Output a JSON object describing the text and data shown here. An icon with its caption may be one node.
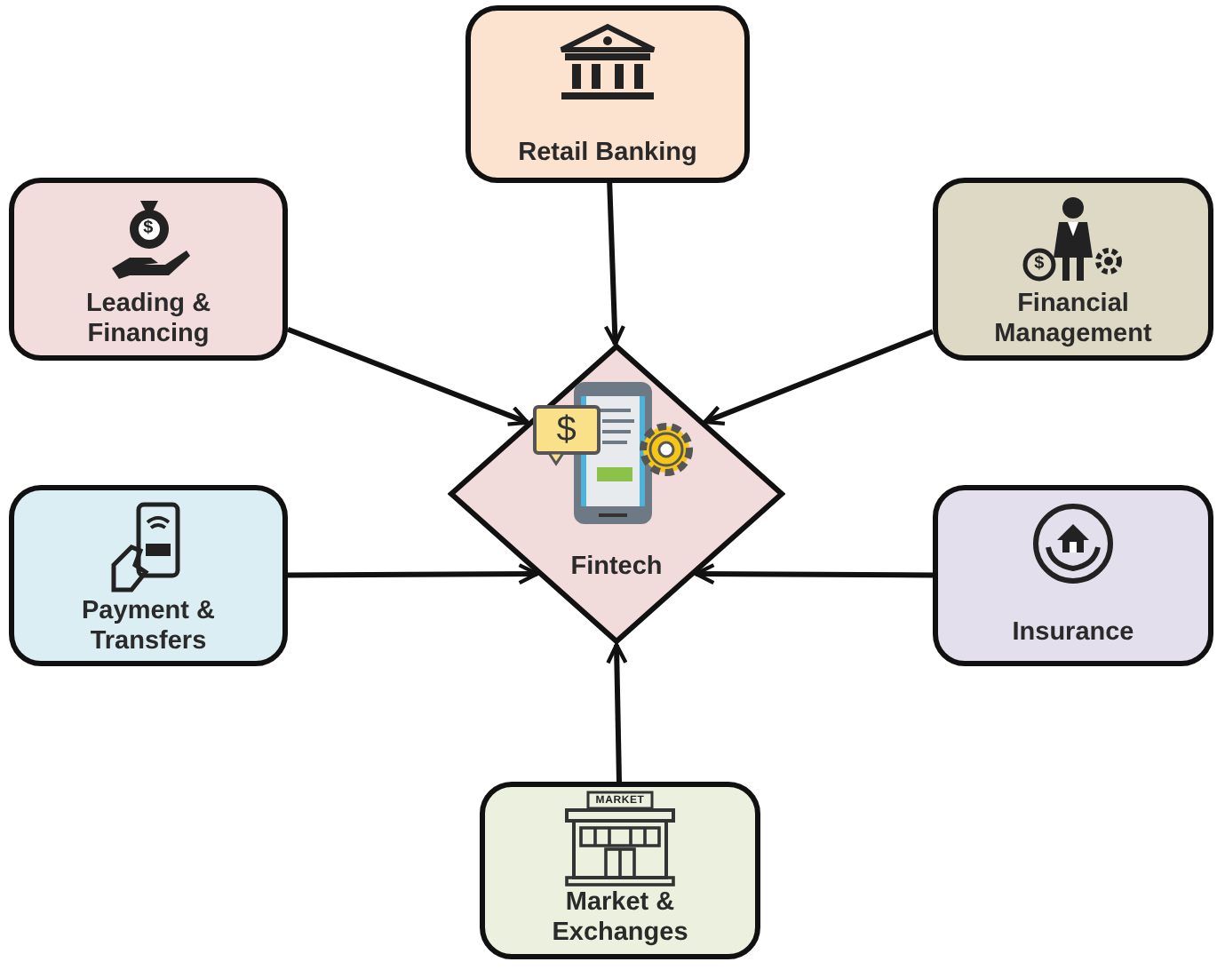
{
  "diagram": {
    "nodes": [
      {
        "text": [
          "Fintech"
        ]
      },
      {
        "text": [
          "Retail Banking"
        ]
      },
      {
        "text": [
          "Leading & Financing"
        ]
      },
      {
        "text": [
          "Financial Management"
        ]
      },
      {
        "text": [
          "Payment & Transfers"
        ]
      },
      {
        "text": [
          "Insurance"
        ]
      },
      {
        "text": [
          "Market & Exchanges"
        ]
      }
    ],
    "edges": [
      {
        "from": 1,
        "to": 0,
        "arrow": "to"
      },
      {
        "from": 2,
        "to": 0,
        "arrow": "to"
      },
      {
        "from": 3,
        "to": 0,
        "arrow": "to"
      },
      {
        "from": 4,
        "to": 0,
        "arrow": "to"
      },
      {
        "from": 5,
        "to": 0,
        "arrow": "to"
      },
      {
        "from": 6,
        "to": 0,
        "arrow": "to"
      }
    ],
    "labels": [
      "$",
      "$",
      "$",
      "MARKET"
    ]
  }
}
